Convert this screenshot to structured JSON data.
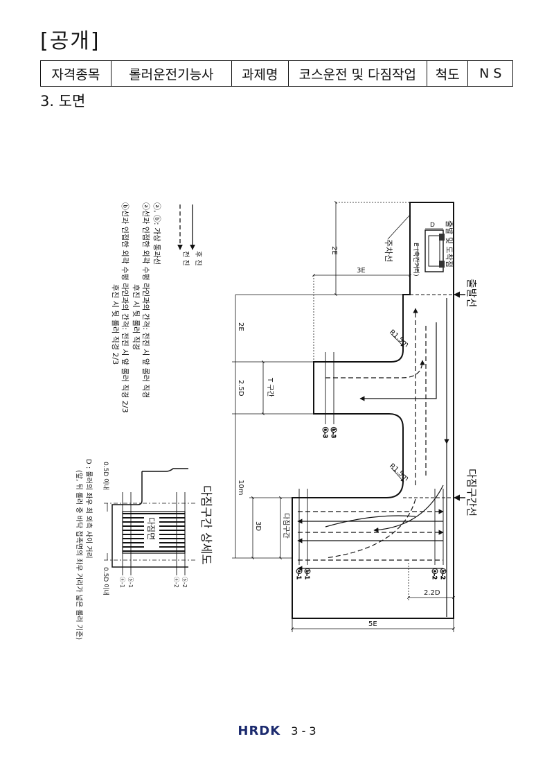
{
  "header": {
    "public_label": "[공개]",
    "cells": [
      "자격종목",
      "롤러운전기능사",
      "과제명",
      "코스운전 및 다짐작업",
      "척도",
      "N S"
    ]
  },
  "section_title": "3. 도면",
  "legend": {
    "forward": "전 진",
    "backward": "후 진",
    "line1": "ⓐ, ⓑ: 가상 통과선",
    "line2a": "ⓐ선과 인접한 외곽 수평 라인과의 간격: 전진 시 앞 롤러 직경",
    "line2b": "후진 시 뒷 롤러 직경",
    "line3a": "ⓑ선과 인접한 외곽 수평 라인과의 간격: 전진 시 앞 롤러 직경 2/3",
    "line3b": "후진 시 뒷 롤러 직경 2/3"
  },
  "course": {
    "start_line": "출발선",
    "compaction_line": "다짐구간선",
    "parking_line": "주차선",
    "start_point": "출발 및 도착점",
    "E_label": "E (축간거리)",
    "D_label": "D",
    "R_top": "R1.5m",
    "R_bottom": "R1.5m",
    "dim_2E_top": "2E",
    "dim_3E": "3E",
    "dim_2E": "2E",
    "dim_25D": "2.5D",
    "dim_10m": "10m",
    "dim_3D": "3D",
    "T_zone": "T 구간",
    "compaction_zone": "다짐구간",
    "dim_22D": "2.2D",
    "dim_5E": "5E",
    "mark_a3": "ⓐ-3",
    "mark_b3": "ⓑ-3",
    "mark_a1": "ⓐ-1",
    "mark_b1": "ⓑ-1",
    "mark_a2": "ⓐ-2",
    "mark_b2": "ⓑ-2"
  },
  "detail": {
    "title": "다짐구간 상세도",
    "surface": "다짐면",
    "left_dim": "0.5D 이내",
    "right_dim": "0.5D 이내",
    "mark_a1": "ⓐ-1",
    "mark_b1": "ⓑ-1",
    "mark_a2": "ⓐ-2",
    "mark_b2": "ⓑ-2",
    "note1": "D : 롤러의 좌우 최 외측 사이 거리",
    "note2": "(앞, 뒤 롤러 중 바닥 접촉면의 좌우 거리가 넓은 롤러 기준)"
  },
  "footer": {
    "brand": "HRDK",
    "page": "3 - 3"
  },
  "colors": {
    "line": "#111111",
    "brand": "#1b2a6e"
  }
}
